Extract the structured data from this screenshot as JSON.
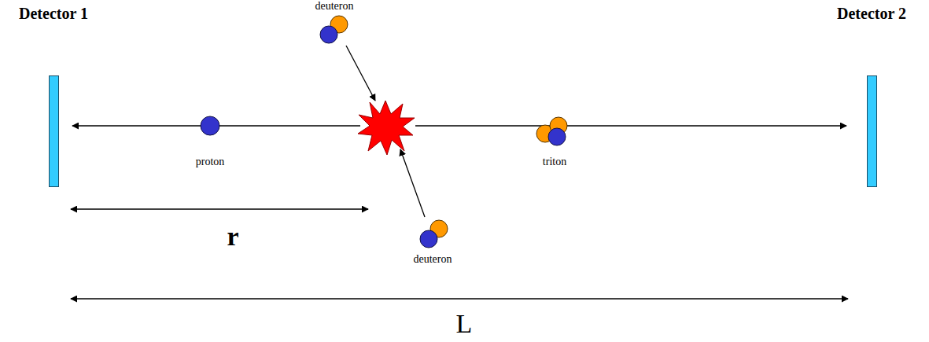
{
  "diagram": {
    "nodes": [
      {
        "text": [
          "Detector 1"
        ]
      },
      {
        "text": [
          "Detector 2"
        ]
      }
    ],
    "labels": [
      "deuteron",
      "proton",
      "triton",
      "deuteron",
      "r",
      "L"
    ]
  }
}
